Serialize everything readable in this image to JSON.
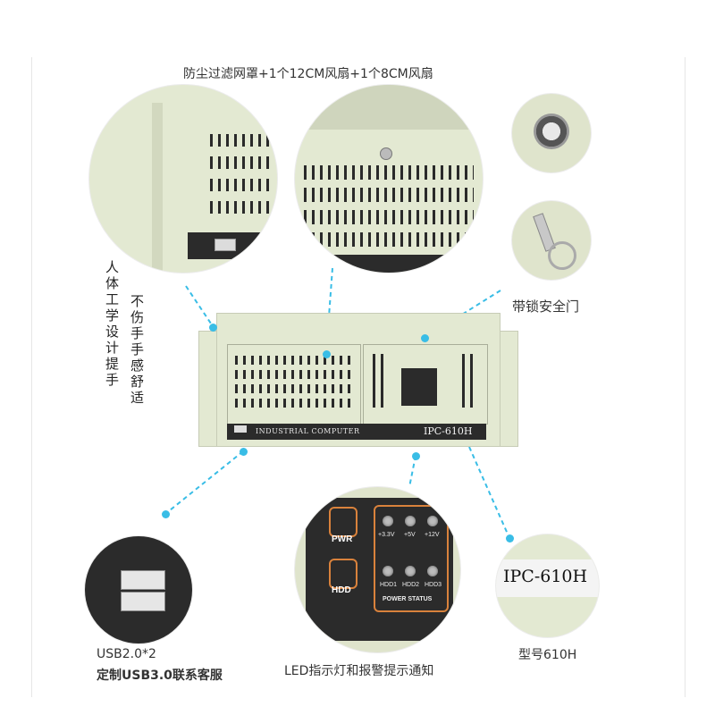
{
  "captions": {
    "top": "防尘过滤网罩+1个12CM风扇+1个8CM风扇",
    "lock_door": "带锁安全门",
    "ergonomic": "人体工学设计提手",
    "comfort": "不伤手 手感舒适",
    "usb": "USB2.0*2",
    "usb_custom": "定制USB3.0联系客服",
    "led": "LED指示灯和报警提示通知",
    "model": "型号610H"
  },
  "chassis": {
    "front_label": "INDUSTRIAL COMPUTER",
    "model_label": "IPC-610H"
  },
  "panel": {
    "pwr": "PWR",
    "hdd": "HDD",
    "v33": "+3.3V",
    "v5": "+5V",
    "v12": "+12V",
    "hdd1": "HDD1",
    "hdd2": "HDD2",
    "hdd3": "HDD3",
    "power_status": "POWER STATUS"
  },
  "model_closeup": "IPC-610H",
  "colors": {
    "accent": "#39bde6",
    "chassis": "#e3e9d2",
    "panel": "#2b2b2b",
    "button_ring": "#d9823c"
  }
}
